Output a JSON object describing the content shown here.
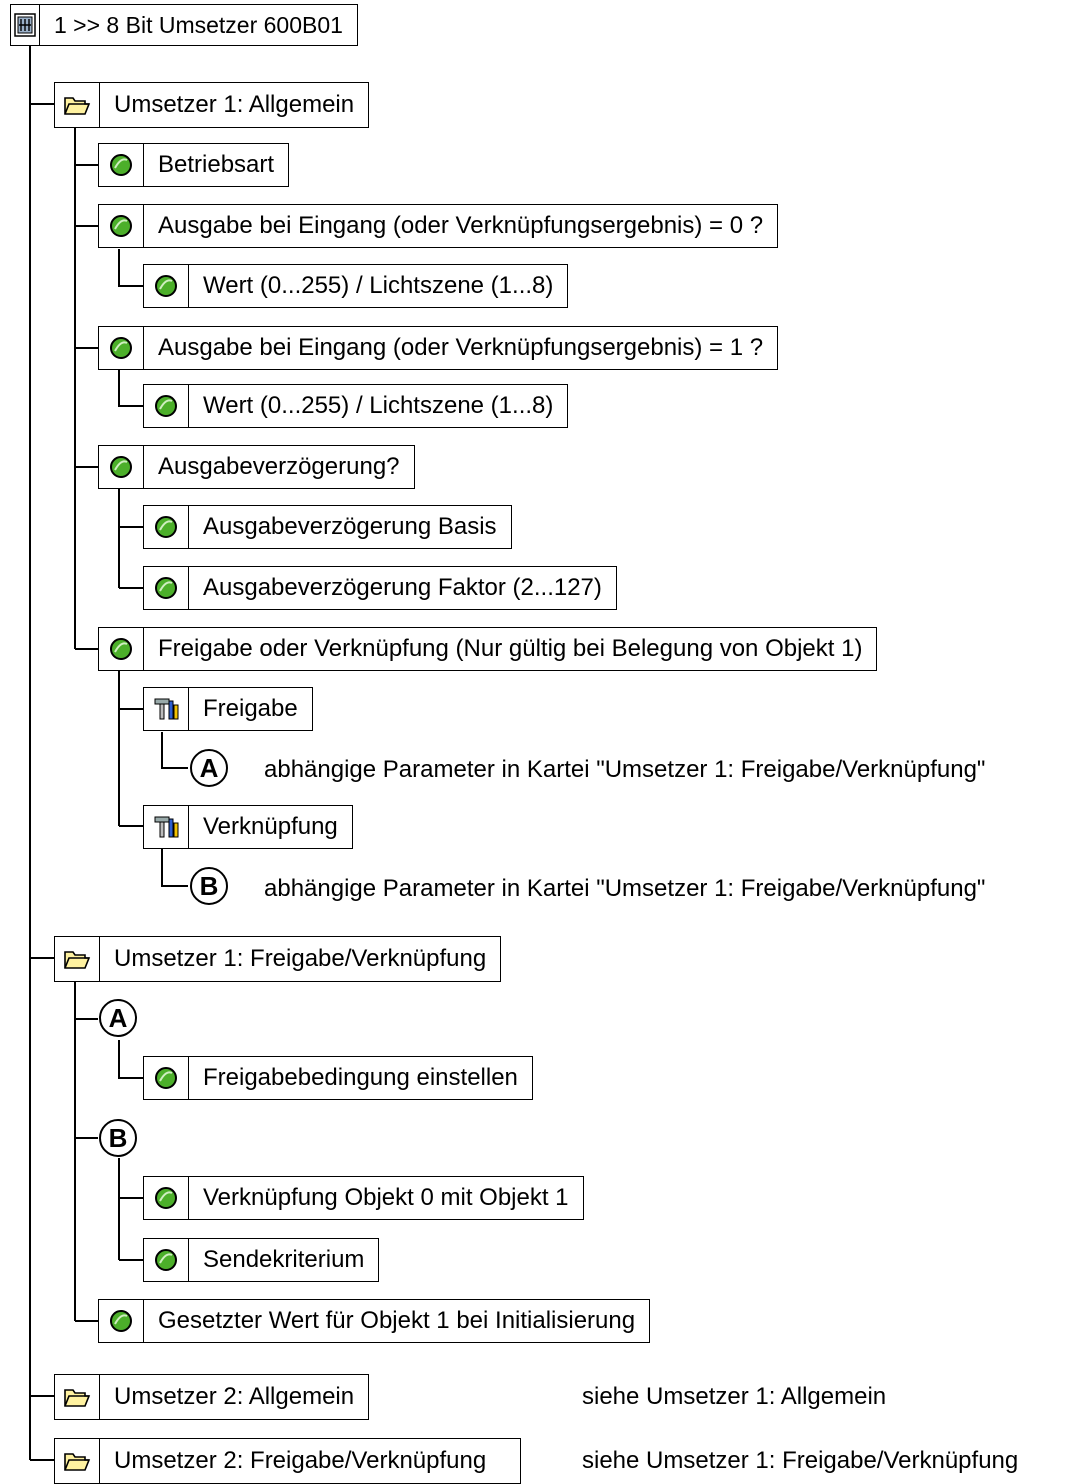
{
  "root": {
    "label": "1 >> 8 Bit Umsetzer 600B01",
    "icon": "device-icon"
  },
  "sections": {
    "u1_allgemein": "Umsetzer 1: Allgemein",
    "u1_freigabe": "Umsetzer 1: Freigabe/Verknüpfung",
    "u2_allgemein": "Umsetzer 2: Allgemein",
    "u2_freigabe": "Umsetzer 2: Freigabe/Verknüpfung"
  },
  "params": {
    "betriebsart": "Betriebsart",
    "ausgabe0": "Ausgabe bei Eingang (oder Verknüpfungsergebnis) = 0 ?",
    "wert0": "Wert (0...255) / Lichtszene (1...8)",
    "ausgabe1": "Ausgabe bei Eingang (oder Verknüpfungsergebnis) = 1 ?",
    "wert1": "Wert (0...255) / Lichtszene (1...8)",
    "verz": "Ausgabeverzögerung?",
    "verz_basis": "Ausgabeverzögerung Basis",
    "verz_faktor": "Ausgabeverzögerung Faktor (2...127)",
    "freigabe_verkn": "Freigabe oder Verknüpfung (Nur gültig bei Belegung von Objekt 1)",
    "opt_freigabe": "Freigabe",
    "opt_verkn": "Verknüpfung",
    "freigabebedingung": "Freigabebedingung einstellen",
    "verkn_obj": "Verknüpfung Objekt 0 mit Objekt 1",
    "sendekriterium": "Sendekriterium",
    "gesetzter_wert": "Gesetzter Wert für Objekt 1 bei Initialisierung"
  },
  "markers": {
    "a": "A",
    "b": "B"
  },
  "notes": {
    "a_note": "abhängige Parameter in Kartei \"Umsetzer 1: Freigabe/Verknüpfung\"",
    "b_note": "abhängige Parameter in Kartei \"Umsetzer 1: Freigabe/Verknüpfung\"",
    "u2_allg_note": "siehe Umsetzer 1: Allgemein",
    "u2_frei_note": "siehe Umsetzer 1: Freigabe/Verknüpfung"
  },
  "colors": {
    "param_icon": "#4caf2a",
    "folder_icon": "#fff2a0",
    "line": "#000000"
  }
}
